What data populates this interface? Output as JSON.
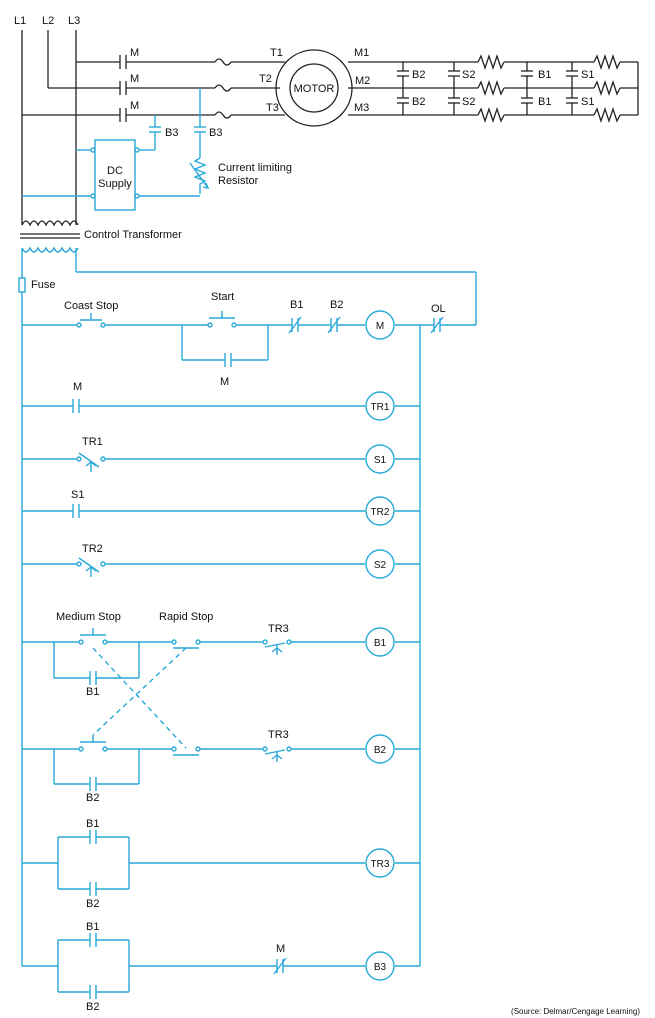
{
  "lines": {
    "l1": "L1",
    "l2": "L2",
    "l3": "L3"
  },
  "power": {
    "m_contact": "M",
    "t1": "T1",
    "t2": "T2",
    "t3": "T3",
    "motor": "MOTOR",
    "m1": "M1",
    "m2": "M2",
    "m3": "M3",
    "b2": "B2",
    "s2": "S2",
    "b1": "B1",
    "s1": "S1",
    "b3": "B3",
    "dc_supply_line1": "DC",
    "dc_supply_line2": "Supply",
    "resistor_line1": "Current limiting",
    "resistor_line2": "Resistor",
    "control_transformer": "Control Transformer",
    "fuse": "Fuse"
  },
  "control": {
    "coast_stop": "Coast Stop",
    "start": "Start",
    "m": "M",
    "b1": "B1",
    "b2": "B2",
    "ol": "OL",
    "tr1": "TR1",
    "s1": "S1",
    "tr2": "TR2",
    "s2": "S2",
    "medium_stop": "Medium Stop",
    "rapid_stop": "Rapid Stop",
    "tr3": "TR3",
    "b3": "B3"
  },
  "coils": {
    "m": "M",
    "tr1": "TR1",
    "s1": "S1",
    "tr2": "TR2",
    "s2": "S2",
    "b1": "B1",
    "b2": "B2",
    "tr3": "TR3",
    "b3": "B3"
  },
  "source": "(Source: Delmar/Cengage Learning)"
}
